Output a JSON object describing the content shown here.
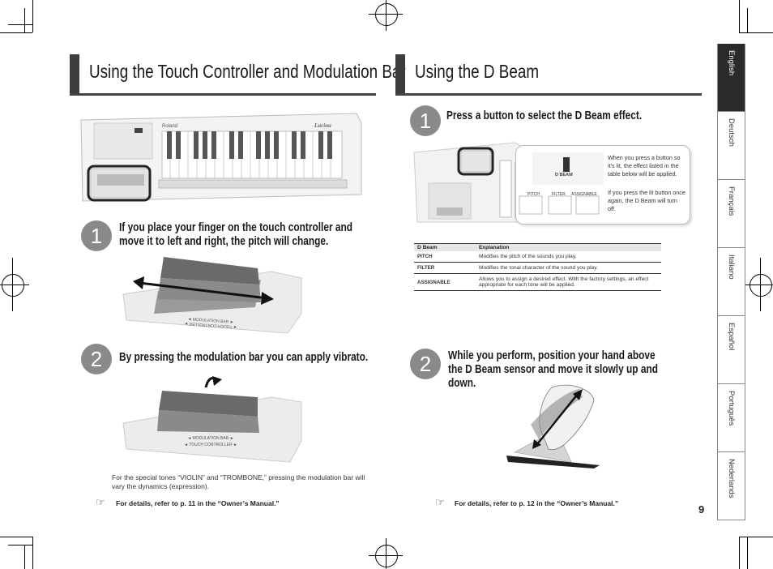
{
  "left": {
    "title": "Using the Touch Controller and Modulation Bar",
    "step1_num": "1",
    "step1_text": "If you place your finger on the touch controller and move it to left and right, the pitch will change.",
    "step2_num": "2",
    "step2_text": "By pressing the modulation bar you can apply vibrato.",
    "note": "For the special tones “VIOLIN” and “TROMBONE,” pressing the modulation bar will vary the dynamics (expression).",
    "ref": "For details, refer to p. 11 in the “Owner’s Manual.”",
    "device_brand": "Roland",
    "device_logo": "Lucina",
    "bar_label_1": "◄ MODULATION BAR ►",
    "bar_label_2": "◄ TOUCH CONTROLLER ►"
  },
  "right": {
    "title": "Using the D Beam",
    "step1_num": "1",
    "step1_text": "Press a button to select the D Beam effect.",
    "callout_text_1": "When you press a button so it’s lit, the effect listed in the table below will be applied.",
    "callout_text_2": "If you press the lit button once again, the D Beam will turn off.",
    "dbeam_label": "D BEAM",
    "btn_pitch": "PITCH",
    "btn_filter": "FILTER",
    "btn_assignable": "ASSIGNABLE",
    "table": {
      "col1": "D Beam",
      "col2": "Explanation",
      "rows": [
        {
          "key": "PITCH",
          "value": "Modifies the pitch of the sounds you play."
        },
        {
          "key": "FILTER",
          "value": "Modifies the tonal character of the sound you play."
        },
        {
          "key": "ASSIGNABLE",
          "value": "Allows you to assign a desired effect. With the factory settings, an effect appropriate for each tone will be applied."
        }
      ]
    },
    "step2_num": "2",
    "step2_text": "While you perform, position your hand above the D Beam sensor and move it slowly up and down.",
    "ref": "For details, refer to p. 12 in the “Owner’s Manual.”"
  },
  "ref_icon": "pointing-hand-icon",
  "languages": [
    "English",
    "Deutsch",
    "Français",
    "Italiano",
    "Español",
    "Português",
    "Nederlands"
  ],
  "page_number": "9"
}
